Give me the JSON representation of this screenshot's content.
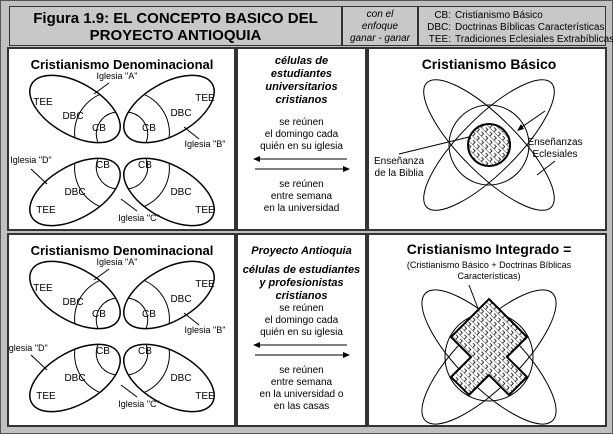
{
  "header": {
    "title_line1": "Figura 1.9:  EL CONCEPTO BASICO DEL",
    "title_line2": "PROYECTO ANTIOQUIA",
    "approach": [
      "con el",
      "enfoque",
      "ganar - ganar"
    ],
    "legend": [
      {
        "key": "CB:",
        "value": "Cristianismo Básico"
      },
      {
        "key": "DBC:",
        "value": "Doctrinas Bíblicas Características"
      },
      {
        "key": "TEE:",
        "value": "Tradiciones Eclesiales Extrabíblicas"
      }
    ]
  },
  "top": {
    "left_title": "Cristianismo Denominacional",
    "churches": [
      "Iglesia \"A\"",
      "Iglesia \"B\"",
      "Iglesia \"C\"",
      "Iglesia \"D\""
    ],
    "abbr": {
      "tee": "TEE",
      "dbc": "DBC",
      "cb": "CB"
    },
    "middle": {
      "heading": [
        "células de",
        "estudiantes",
        "universitarios",
        "cristianos"
      ],
      "upper": [
        "se reúnen",
        "el domingo cada",
        "quién en su iglesia"
      ],
      "lower": [
        "se reúnen",
        "entre semana",
        "en la universidad"
      ]
    },
    "right_title": "Cristianismo Básico",
    "label_eclesiales": [
      "Enseñanzas",
      "Eclesiales"
    ],
    "label_biblia": [
      "Enseñanza",
      "de la Biblia"
    ]
  },
  "bottom": {
    "left_title": "Cristianismo Denominacional",
    "middle": {
      "project": "Proyecto Antioquia",
      "heading": [
        "células de estudiantes",
        "y profesionistas",
        "cristianos"
      ],
      "upper": [
        "se reúnen",
        "el domingo cada",
        "quién en su iglesia"
      ],
      "lower": [
        "se reúnen",
        "entre semana",
        "en la universidad o",
        "en las casas"
      ]
    },
    "right_title": "Cristianismo Integrado =",
    "right_subtitle": [
      "(Cristianismo Básico + Doctrinas Bíblicas",
      "Características)"
    ]
  }
}
